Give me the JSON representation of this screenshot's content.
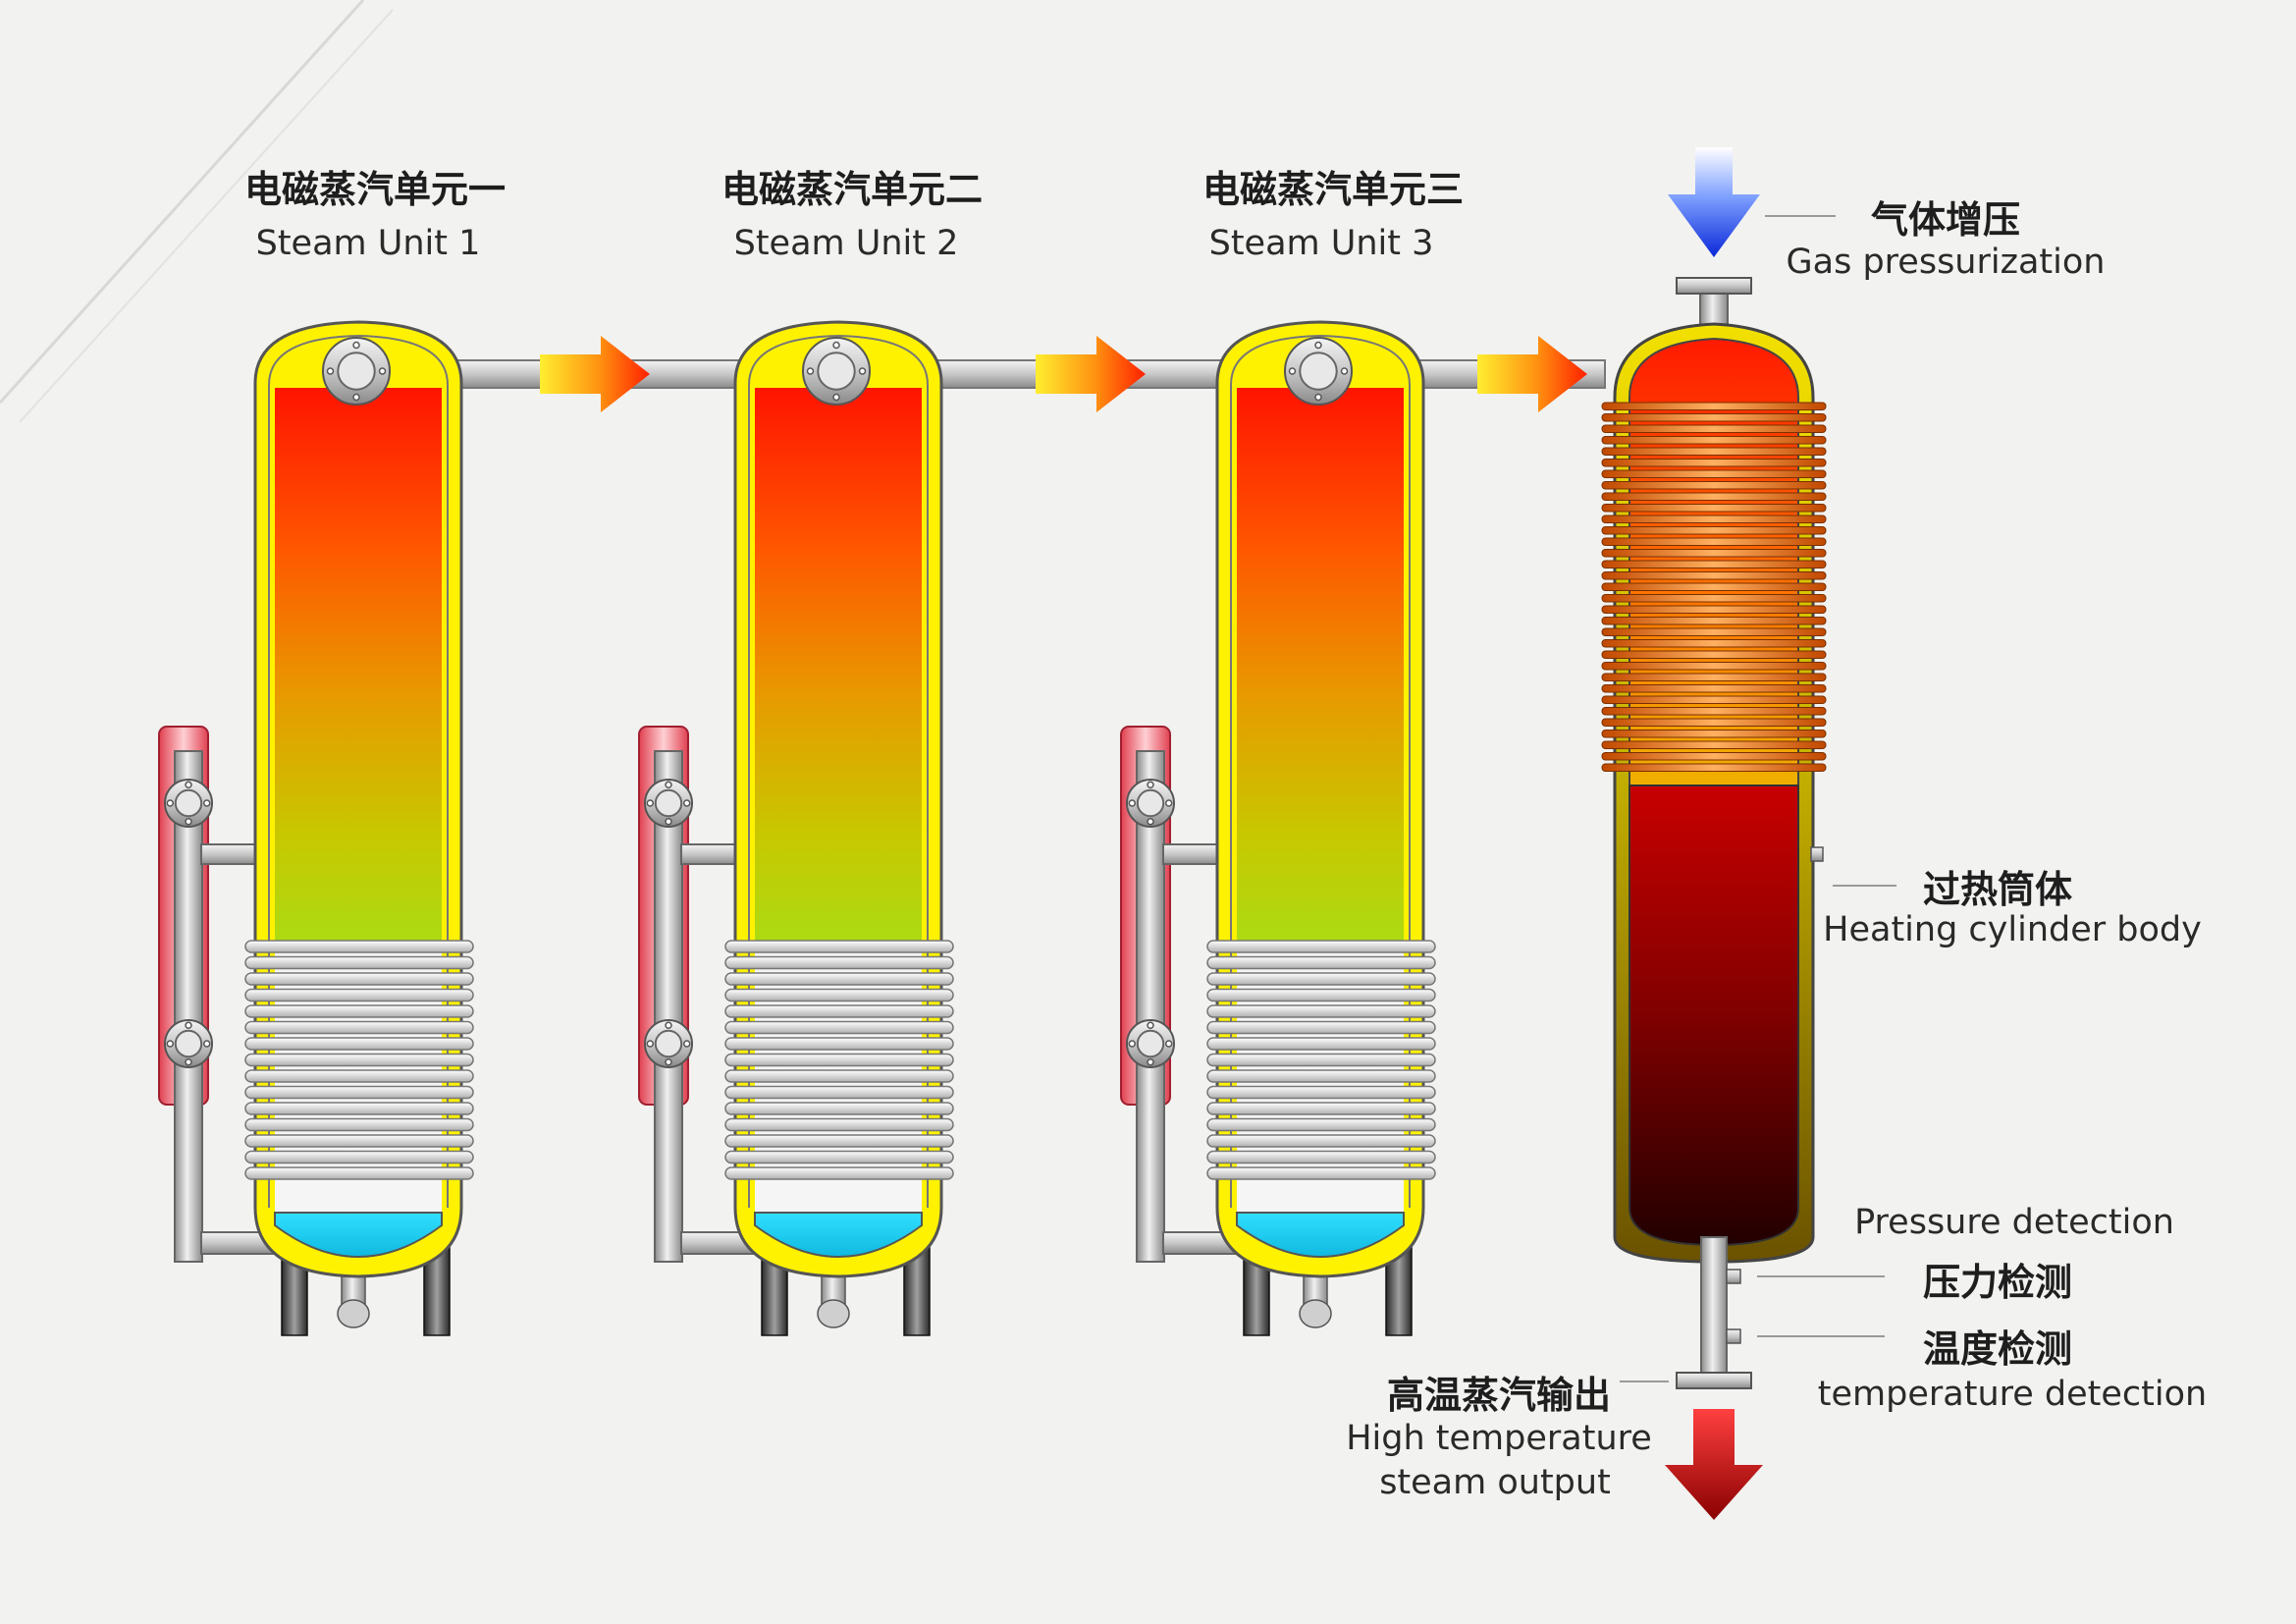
{
  "units": [
    {
      "name_cn": "电磁蒸汽单元一",
      "name_en": "Steam Unit 1"
    },
    {
      "name_cn": "电磁蒸汽单元二",
      "name_en": "Steam Unit 2"
    },
    {
      "name_cn": "电磁蒸汽单元三",
      "name_en": "Steam Unit 3"
    }
  ],
  "labels": {
    "gas_cn": "气体增压",
    "gas_en": "Gas pressurization",
    "heating_cn": "过热筒体",
    "heating_en": "Heating cylinder body",
    "pressure_en": "Pressure detection",
    "pressure_cn": "压力检测",
    "temp_cn": "温度检测",
    "temp_en": "temperature detection",
    "output_cn": "高温蒸汽输出",
    "output_en_1": "High temperature",
    "output_en_2": "steam output"
  },
  "colors": {
    "shell_yellow": "#fff200",
    "hot_red": "#ff1400",
    "cool_green": "#aadc14",
    "water_cyan": "#20d0f0",
    "coil_orange": "#f08020",
    "inlet_blue": "#1a40e0",
    "outlet_red": "#c00000",
    "pipe_grey": "#c8c8c8"
  }
}
